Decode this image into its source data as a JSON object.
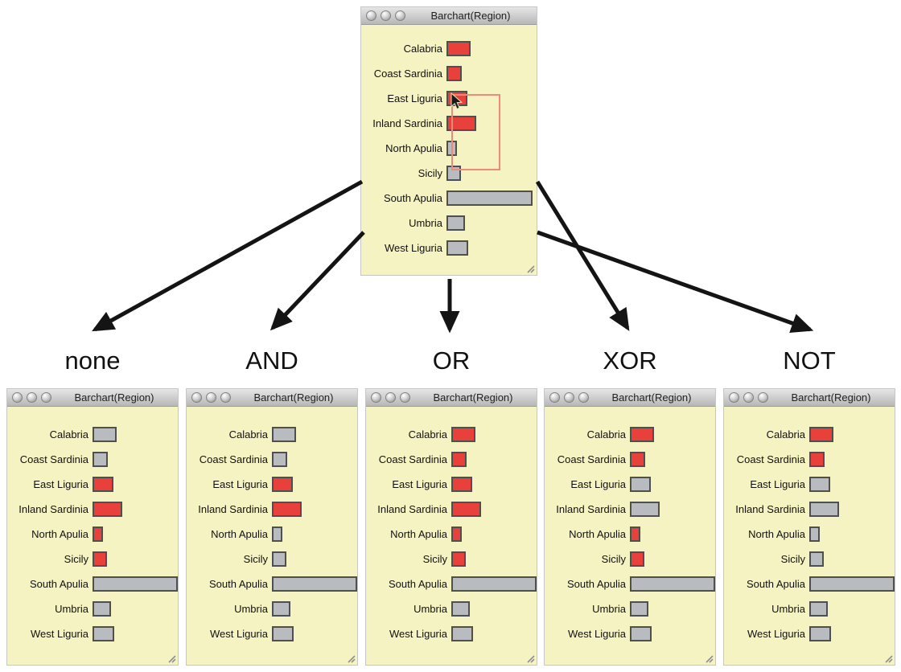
{
  "window_title": "Barchart(Region)",
  "regions": [
    "Calabria",
    "Coast Sardinia",
    "East Liguria",
    "Inland Sardinia",
    "North Apulia",
    "Sicily",
    "South Apulia",
    "Umbria",
    "West Liguria"
  ],
  "bar_values": [
    30,
    19,
    26,
    37,
    13,
    18,
    107,
    23,
    27
  ],
  "colors": {
    "selected": "#e8413b",
    "unselected": "#b8bcc1",
    "window_bg": "#f6f3c2",
    "titlebar": "#c9c9c9",
    "rubberband": "#ef8a7b",
    "arrow": "#141414"
  },
  "icons": {
    "titlebar_buttons": "gray-circle-button",
    "resize_handle": "diagonal-grip",
    "cursor": "arrow-pointer"
  },
  "main_window": {
    "selected": [
      true,
      true,
      true,
      true,
      false,
      false,
      false,
      false,
      false
    ],
    "rubberband_rows": [
      "East Liguria",
      "Inland Sardinia",
      "North Apulia",
      "Sicily"
    ]
  },
  "operators": [
    {
      "label": "none",
      "selected": [
        false,
        false,
        true,
        true,
        true,
        true,
        false,
        false,
        false
      ]
    },
    {
      "label": "AND",
      "selected": [
        false,
        false,
        true,
        true,
        false,
        false,
        false,
        false,
        false
      ]
    },
    {
      "label": "OR",
      "selected": [
        true,
        true,
        true,
        true,
        true,
        true,
        false,
        false,
        false
      ]
    },
    {
      "label": "XOR",
      "selected": [
        true,
        true,
        false,
        false,
        true,
        true,
        false,
        false,
        false
      ]
    },
    {
      "label": "NOT",
      "selected": [
        true,
        true,
        false,
        false,
        false,
        false,
        false,
        false,
        false
      ]
    }
  ],
  "chart_data": {
    "type": "bar",
    "orientation": "horizontal",
    "title": "Barchart(Region)",
    "categories": [
      "Calabria",
      "Coast Sardinia",
      "East Liguria",
      "Inland Sardinia",
      "North Apulia",
      "Sicily",
      "South Apulia",
      "Umbria",
      "West Liguria"
    ],
    "values": [
      30,
      19,
      26,
      37,
      13,
      18,
      107,
      23,
      27
    ],
    "value_note": "bar lengths in pixels; no numeric axis is shown in the UI",
    "windows": [
      {
        "name": "source",
        "highlighted": [
          "Calabria",
          "Coast Sardinia",
          "East Liguria",
          "Inland Sardinia"
        ]
      },
      {
        "name": "none",
        "highlighted": [
          "East Liguria",
          "Inland Sardinia",
          "North Apulia",
          "Sicily"
        ]
      },
      {
        "name": "AND",
        "highlighted": [
          "East Liguria",
          "Inland Sardinia"
        ]
      },
      {
        "name": "OR",
        "highlighted": [
          "Calabria",
          "Coast Sardinia",
          "East Liguria",
          "Inland Sardinia",
          "North Apulia",
          "Sicily"
        ]
      },
      {
        "name": "XOR",
        "highlighted": [
          "Calabria",
          "Coast Sardinia",
          "North Apulia",
          "Sicily"
        ]
      },
      {
        "name": "NOT",
        "highlighted": [
          "Calabria",
          "Coast Sardinia"
        ]
      }
    ]
  }
}
